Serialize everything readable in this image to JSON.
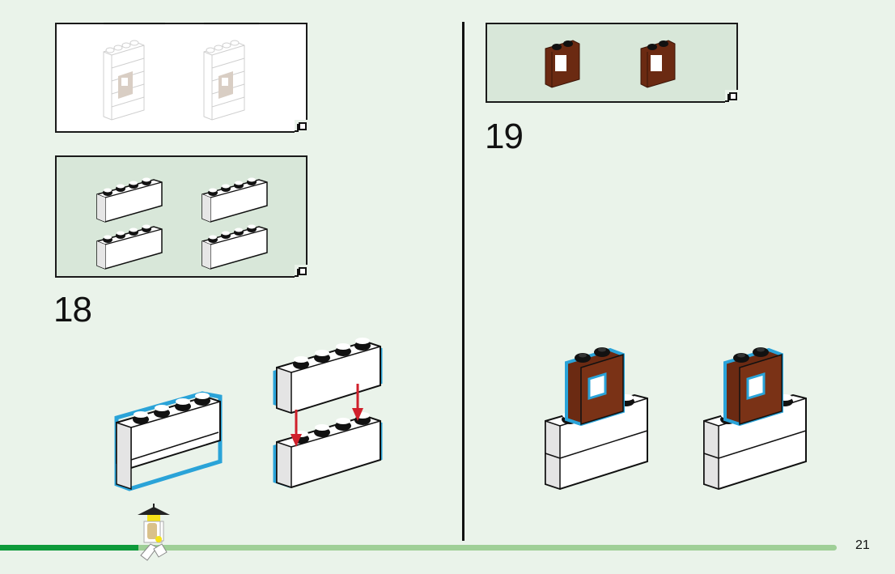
{
  "page": {
    "number": "21",
    "progress_fraction": 0.165,
    "colors": {
      "background": "#eaf3ea",
      "callout_green": "#d8e7d9",
      "progress_done": "#0d9a3a",
      "progress_remaining": "#9fcf97",
      "highlight_outline": "#2aa3d8",
      "brick_brown": "#6b2a12",
      "arrow_red": "#d0202b"
    }
  },
  "left_column": {
    "previous_result_callout": {
      "items": [
        {
          "part": "white-wall-with-window",
          "style": "faded"
        },
        {
          "part": "white-wall-with-window",
          "style": "faded"
        }
      ]
    },
    "parts_callout": {
      "items": [
        {
          "part": "brick-1x4",
          "color": "white",
          "quantity": 1
        },
        {
          "part": "brick-1x4",
          "color": "white",
          "quantity": 1
        },
        {
          "part": "brick-1x4",
          "color": "white",
          "quantity": 1
        },
        {
          "part": "brick-1x4",
          "color": "white",
          "quantity": 1
        }
      ]
    },
    "step": {
      "number": "18",
      "illustrations": [
        "stacked-white-bricks",
        "brick-placement-with-arrows"
      ]
    }
  },
  "right_column": {
    "parts_callout": {
      "items": [
        {
          "part": "window-frame-1x2x2",
          "color": "reddish-brown",
          "quantity": 1
        },
        {
          "part": "window-frame-1x2x2",
          "color": "reddish-brown",
          "quantity": 1
        }
      ]
    },
    "step": {
      "number": "19",
      "illustrations": [
        "window-on-bricks",
        "window-on-bricks"
      ]
    }
  },
  "footer": {
    "mascot": "minifigure-with-straw-hat"
  }
}
